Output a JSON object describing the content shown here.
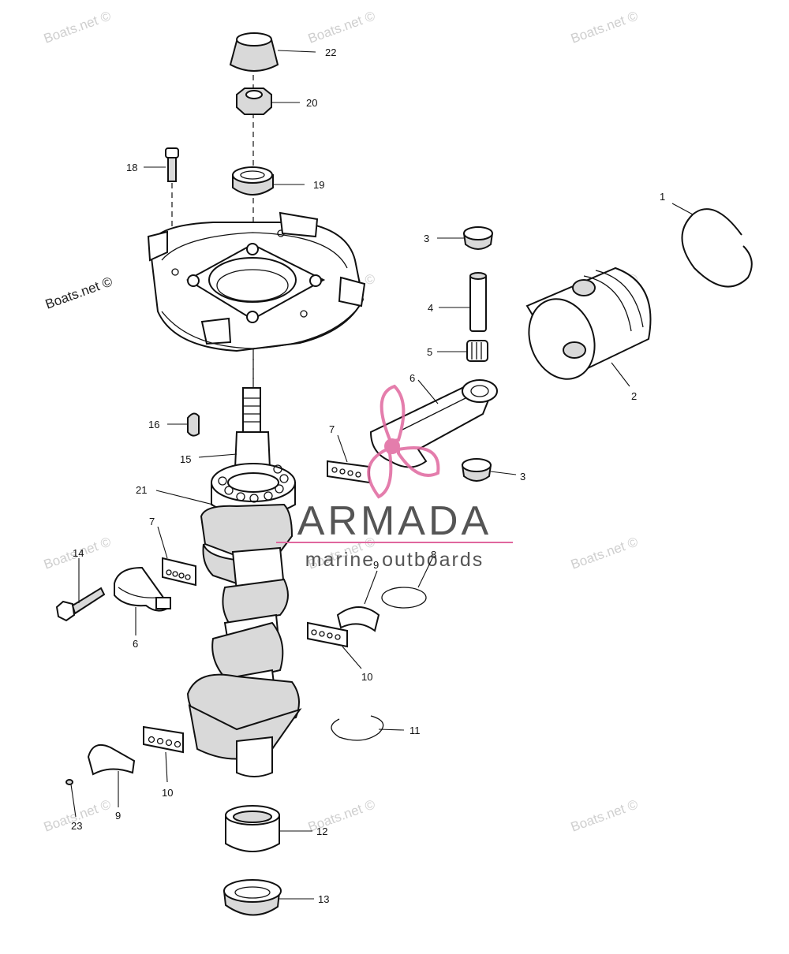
{
  "watermark": {
    "text": "Boats.net ©",
    "color": "#cfcfcf"
  },
  "logo": {
    "brand": "ARMADA",
    "tagline": "marine outboards",
    "brand_color": "#555555",
    "accent_color": "#e0679e"
  },
  "callouts": [
    {
      "id": "c22",
      "label": "22"
    },
    {
      "id": "c20",
      "label": "20"
    },
    {
      "id": "c18",
      "label": "18"
    },
    {
      "id": "c19",
      "label": "19"
    },
    {
      "id": "c1",
      "label": "1"
    },
    {
      "id": "c3a",
      "label": "3"
    },
    {
      "id": "c4",
      "label": "4"
    },
    {
      "id": "c5",
      "label": "5"
    },
    {
      "id": "c2",
      "label": "2"
    },
    {
      "id": "c6a",
      "label": "6"
    },
    {
      "id": "c16",
      "label": "16"
    },
    {
      "id": "c7a",
      "label": "7"
    },
    {
      "id": "c15",
      "label": "15"
    },
    {
      "id": "c3b",
      "label": "3"
    },
    {
      "id": "c21",
      "label": "21"
    },
    {
      "id": "c7b",
      "label": "7"
    },
    {
      "id": "c14",
      "label": "14"
    },
    {
      "id": "c9a",
      "label": "9"
    },
    {
      "id": "c8",
      "label": "8"
    },
    {
      "id": "c6b",
      "label": "6"
    },
    {
      "id": "c10a",
      "label": "10"
    },
    {
      "id": "c11",
      "label": "11"
    },
    {
      "id": "c10b",
      "label": "10"
    },
    {
      "id": "c9b",
      "label": "9"
    },
    {
      "id": "c23",
      "label": "23"
    },
    {
      "id": "c12",
      "label": "12"
    },
    {
      "id": "c13",
      "label": "13"
    }
  ]
}
